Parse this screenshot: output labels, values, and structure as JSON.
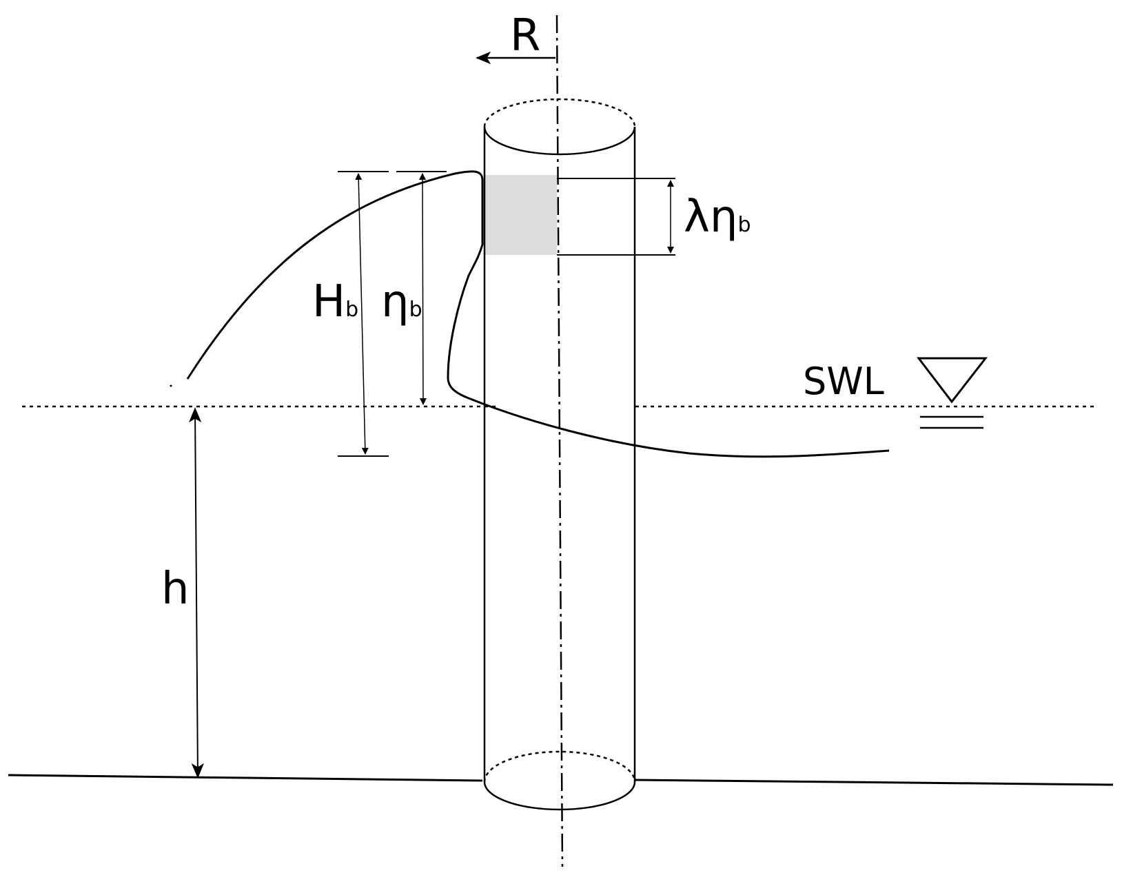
{
  "labels": {
    "radius": "R",
    "breaking_wave_height": "H",
    "breaking_wave_height_sub": "b",
    "crest_elevation": "η",
    "crest_elevation_sub": "b",
    "impact_height": "λη",
    "impact_height_sub": "b",
    "water_depth": "h",
    "still_water_level": "SWL"
  },
  "colors": {
    "line": "#000000",
    "impact_area": "#dcdcdc",
    "background": "#ffffff"
  }
}
